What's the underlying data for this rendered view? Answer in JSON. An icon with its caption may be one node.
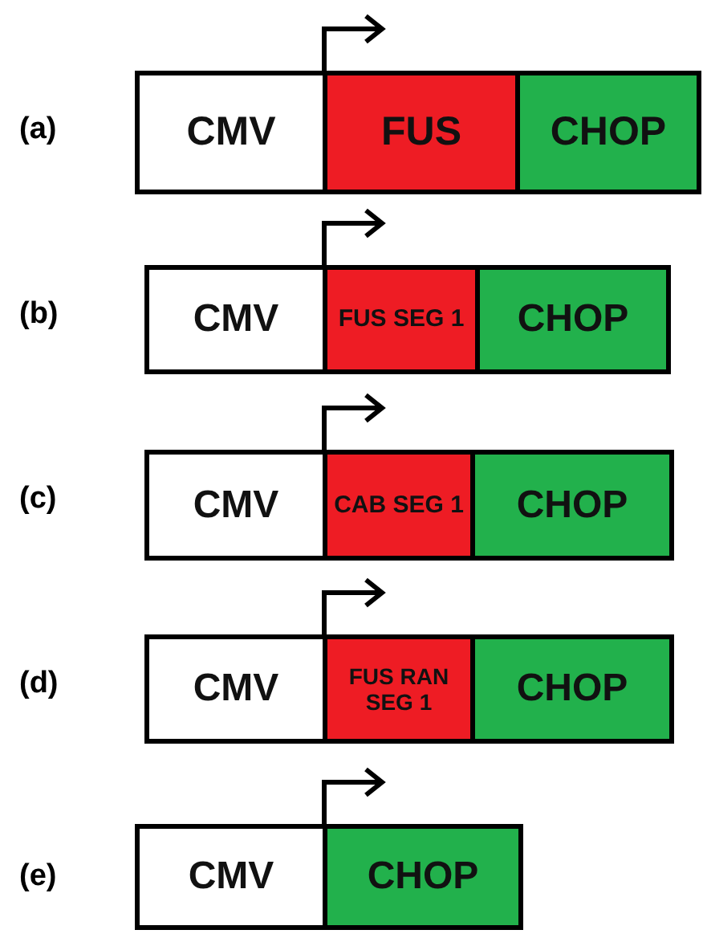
{
  "diagram": {
    "nodes": [
      {
        "text": [
          "CMV"
        ]
      },
      {
        "text": [
          "FUS"
        ]
      },
      {
        "text": [
          "CHOP"
        ]
      },
      {
        "text": [
          "CMV"
        ]
      },
      {
        "text": [
          "FUS SEG 1"
        ]
      },
      {
        "text": [
          "CHOP"
        ]
      },
      {
        "text": [
          "CMV"
        ]
      },
      {
        "text": [
          "CAB SEG 1"
        ]
      },
      {
        "text": [
          "CHOP"
        ]
      },
      {
        "text": [
          "CMV"
        ]
      },
      {
        "text": [
          "FUS RAN SEG 1"
        ]
      },
      {
        "text": [
          "CHOP"
        ]
      },
      {
        "text": [
          "CMV"
        ]
      },
      {
        "text": [
          "CHOP"
        ]
      }
    ],
    "labels": [
      "(a)",
      "(b)",
      "(c)",
      "(d)",
      "(e)"
    ]
  }
}
